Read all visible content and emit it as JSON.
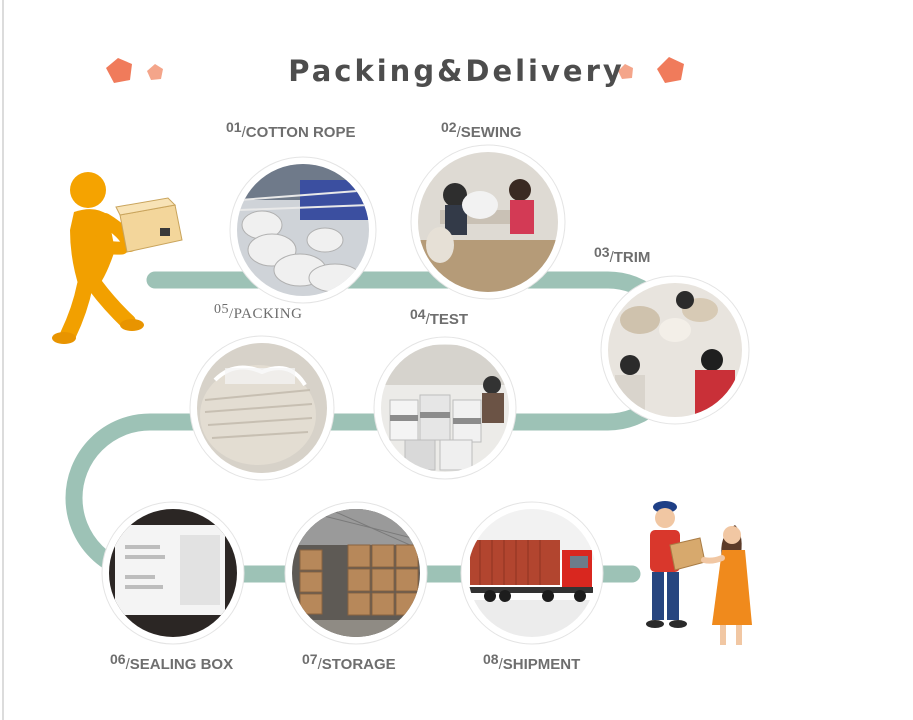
{
  "title": "Packing&Delivery",
  "colors": {
    "track": "#9dc2b6",
    "accent": "#f07b5b",
    "accent_light": "#f4a58a",
    "title": "#4d4d4d",
    "label": "#6e6e6e"
  },
  "steps": [
    {
      "num": "01",
      "name": "COTTON ROPE"
    },
    {
      "num": "02",
      "name": "SEWING"
    },
    {
      "num": "03",
      "name": "TRIM"
    },
    {
      "num": "04",
      "name": "TEST"
    },
    {
      "num": "05",
      "name": "PACKING"
    },
    {
      "num": "06",
      "name": "SEALING BOX"
    },
    {
      "num": "07",
      "name": "STORAGE"
    },
    {
      "num": "08",
      "name": "SHIPMENT"
    }
  ]
}
